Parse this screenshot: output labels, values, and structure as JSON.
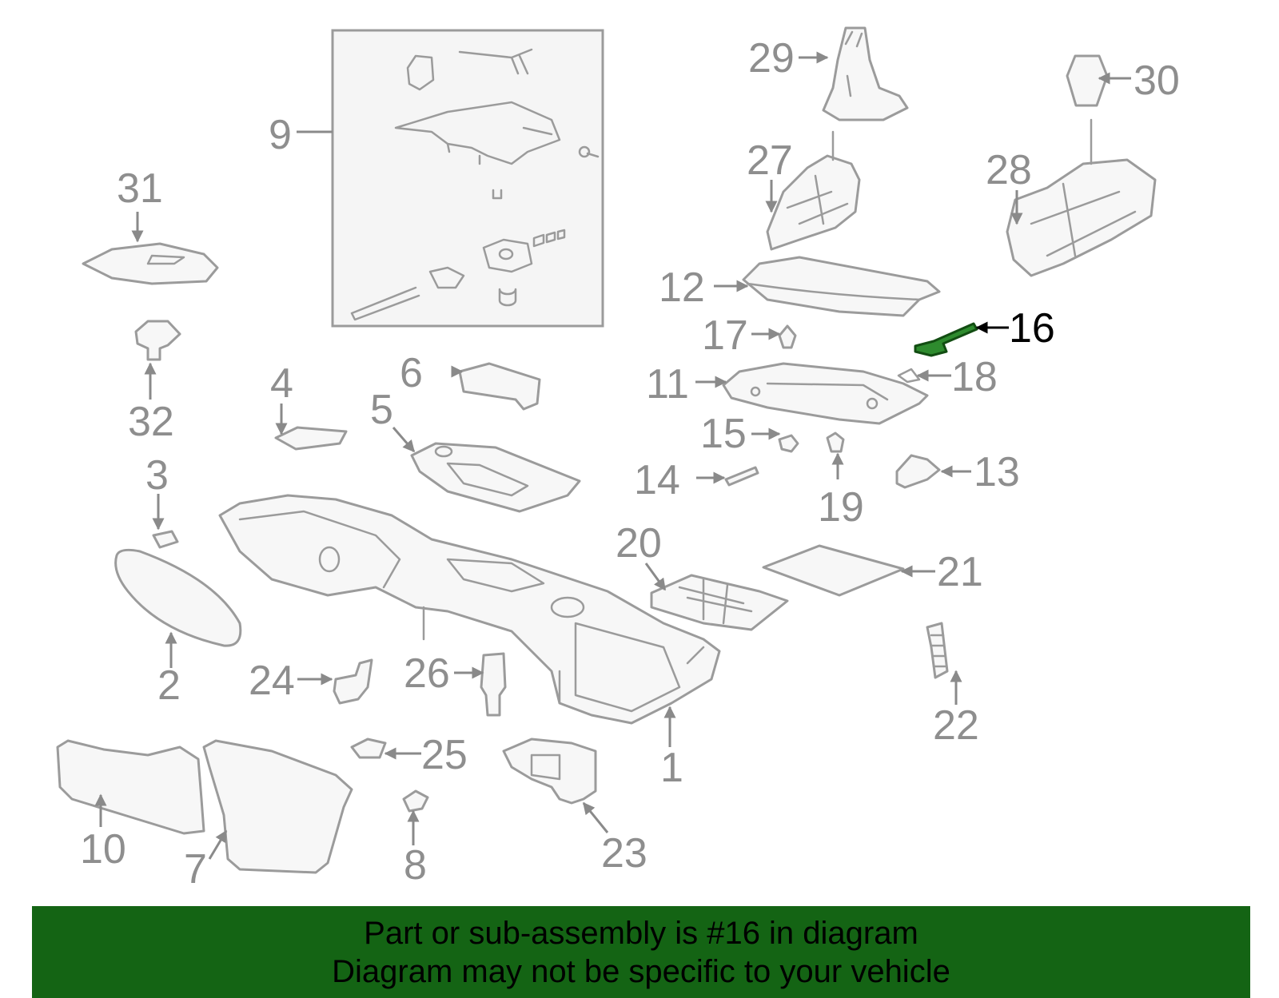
{
  "diagram": {
    "highlighted_part": "16",
    "colors": {
      "highlight": "#2e8b2e",
      "banner": "#146414",
      "outline": "#9b9b9b"
    },
    "callouts": [
      "1",
      "2",
      "3",
      "4",
      "5",
      "6",
      "7",
      "8",
      "9",
      "10",
      "11",
      "12",
      "13",
      "14",
      "15",
      "16",
      "17",
      "18",
      "19",
      "20",
      "21",
      "22",
      "23",
      "24",
      "25",
      "26",
      "27",
      "28",
      "29",
      "30",
      "31",
      "32"
    ]
  },
  "banner": {
    "line1": "Part or sub-assembly is #16 in diagram",
    "line2": "Diagram may not be specific to your vehicle"
  }
}
